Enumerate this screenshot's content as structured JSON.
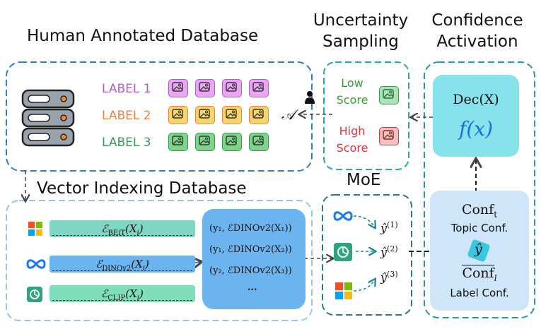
{
  "titles": {
    "human_db": "Human Annotated Database",
    "uncertainty_line1": "Uncertainty",
    "uncertainty_line2": "Sampling",
    "confidence_line1": "Confidence",
    "confidence_line2": "Activation",
    "vector_db": "Vector Indexing Database",
    "moe": "MoE"
  },
  "labels": [
    {
      "text": "LABEL 1",
      "color": "#b15cc9",
      "tile": "#e9a6f2"
    },
    {
      "text": "LABEL 2",
      "color": "#f0813f",
      "tile": "#f7d56a"
    },
    {
      "text": "LABEL 3",
      "color": "#3a9a5b",
      "tile": "#7ed489"
    }
  ],
  "annotator_symbol": "𝒜",
  "uncertainty": {
    "low_line1": "Low",
    "low_line2": "Score",
    "high_line1": "High",
    "high_line2": "Score",
    "low_color": "#3a9a3a",
    "high_color": "#d9363e"
  },
  "confidence": {
    "dec": "Dec(X)",
    "fx": "f(x)",
    "conf_t": "Conf",
    "conf_t_sub": "t",
    "topic": "Topic Conf.",
    "conf_l": "Conf",
    "conf_l_sub": "l",
    "label": "Label Conf.",
    "yhat": "ŷ"
  },
  "encoders": [
    {
      "name": "ℰ",
      "sub": "BEiT",
      "arg": "(X",
      "argsub": "i",
      "close": ")",
      "color": "#7fd6c2"
    },
    {
      "name": "ℰ",
      "sub": "DINOv2",
      "arg": "(X",
      "argsub": "i",
      "close": ")",
      "color": "#6ab4f0"
    },
    {
      "name": "ℰ",
      "sub": "CLIP",
      "arg": "(X",
      "argsub": "i",
      "close": ")",
      "color": "#7fdfbb"
    }
  ],
  "index_items": [
    "(y₁, ℰDINOv2(X₁))",
    "(y₁, ℰDINOv2(X₂))",
    "(y₂, ℰDINOv2(X₃))",
    "..."
  ],
  "moe": {
    "y1": "ŷ",
    "y1_sup": "(1)",
    "y2": "ŷ",
    "y2_sup": "(2)",
    "y3": "ŷ",
    "y3_sup": "(3)"
  },
  "colors": {
    "box_dashed_blue": "#2a7fcf",
    "box_dashed_teal": "#2aa8a8",
    "box_dashed_light": "#8fc7ee",
    "index_box": "#6cb4ef",
    "dec_box": "#86e3ec",
    "conf_box": "#cfe6fa",
    "icon_blue": "#1a78f2",
    "openai_green": "#2fa37f"
  }
}
